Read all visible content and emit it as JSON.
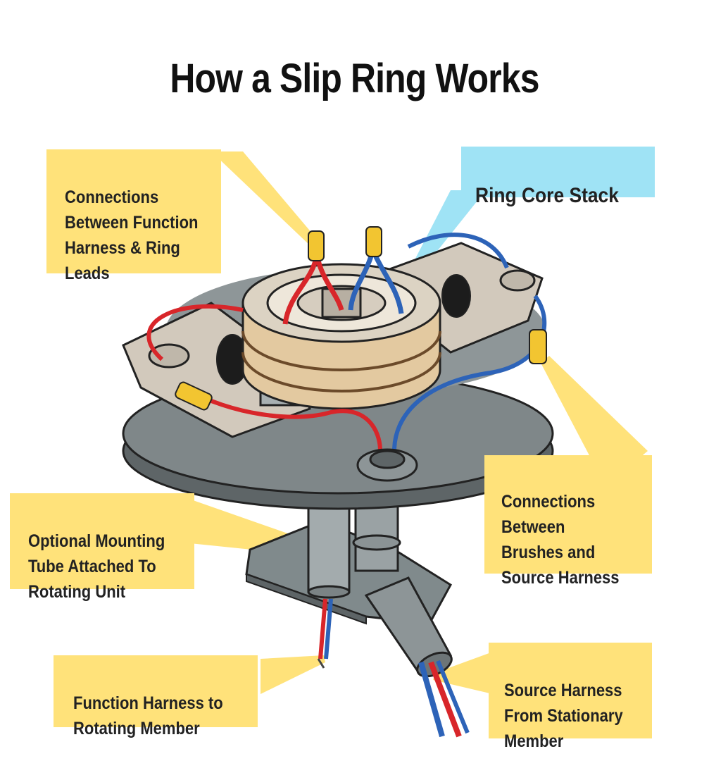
{
  "title": "How a Slip Ring Works",
  "labels": {
    "connections_harness_ring": "Connections\nBetween Function\nHarness & Ring\nLeads",
    "ring_core_stack": "Ring Core Stack",
    "mounting_tube": "Optional Mounting\nTube Attached To\nRotating Unit",
    "brushes_source": "Connections\nBetween\nBrushes and\nSource Harness",
    "function_harness": "Function Harness to\nRotating Member",
    "source_harness": "Source Harness\nFrom Stationary\nMember"
  },
  "colors": {
    "callout_yellow": "#ffe27a",
    "callout_blue": "#9fe3f5",
    "plate_gray": "#7f8789",
    "ring_tan": "#e3c9a0",
    "wire_red": "#d8262a",
    "wire_blue": "#2d63b8",
    "connector_yellow": "#f2c531"
  }
}
